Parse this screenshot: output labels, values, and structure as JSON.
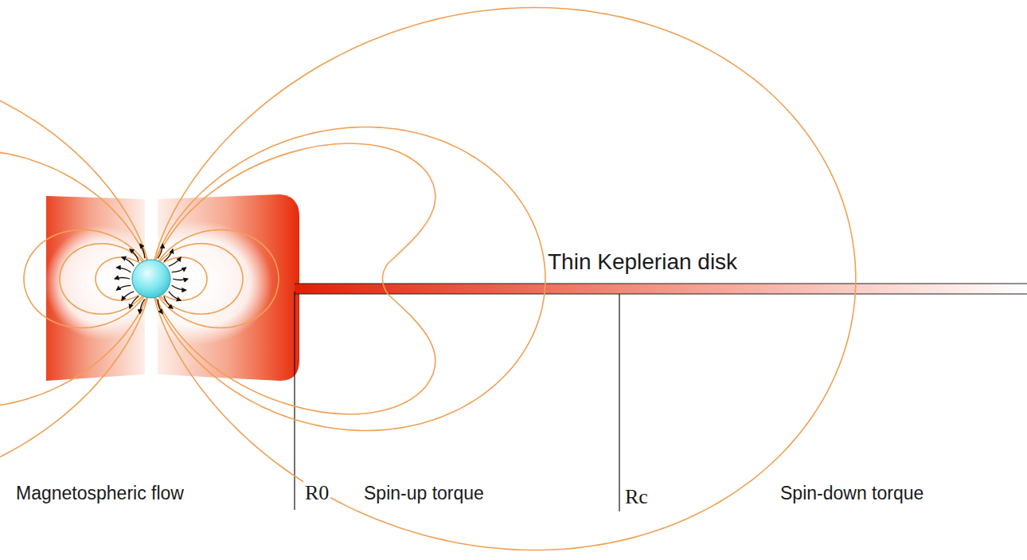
{
  "diagram": {
    "labels": [
      "Thin Keplerian disk",
      "Magnetospheric flow",
      "R0",
      "Spin-up torque",
      "Rc",
      "Spin-down torque"
    ]
  }
}
